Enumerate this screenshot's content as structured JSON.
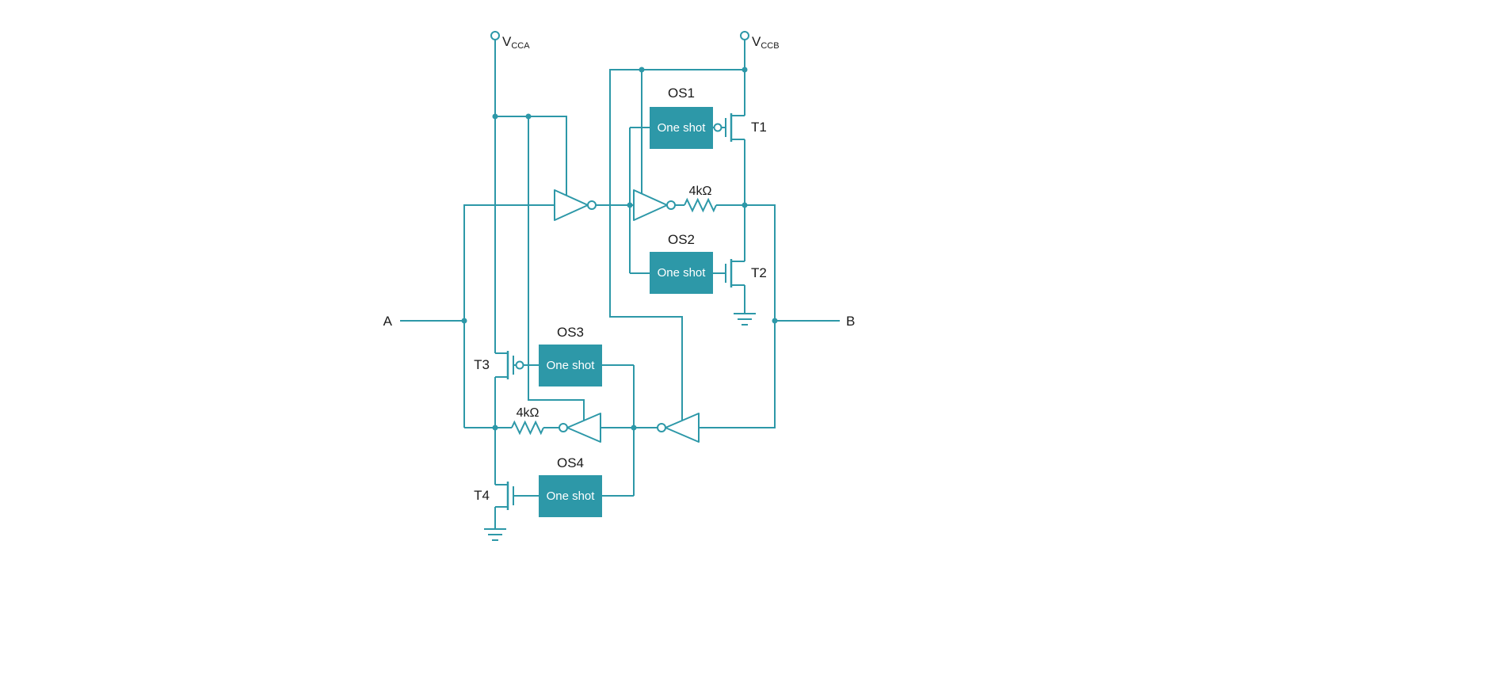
{
  "diagram": {
    "terminals": {
      "vcca": {
        "main": "V",
        "sub": "CCA"
      },
      "vccb": {
        "main": "V",
        "sub": "CCB"
      }
    },
    "pins": {
      "a": "A",
      "b": "B"
    },
    "one_shots": [
      {
        "id": "OS1",
        "label": "One shot"
      },
      {
        "id": "OS2",
        "label": "One shot"
      },
      {
        "id": "OS3",
        "label": "One shot"
      },
      {
        "id": "OS4",
        "label": "One shot"
      }
    ],
    "transistors": [
      {
        "id": "T1"
      },
      {
        "id": "T2"
      },
      {
        "id": "T3"
      },
      {
        "id": "T4"
      }
    ],
    "resistors": [
      {
        "value": "4kΩ"
      },
      {
        "value": "4kΩ"
      }
    ],
    "colors": {
      "accent": "#2D98A8",
      "label_text": "#1a1a1a",
      "box_text": "#ffffff",
      "background": "#ffffff"
    }
  }
}
